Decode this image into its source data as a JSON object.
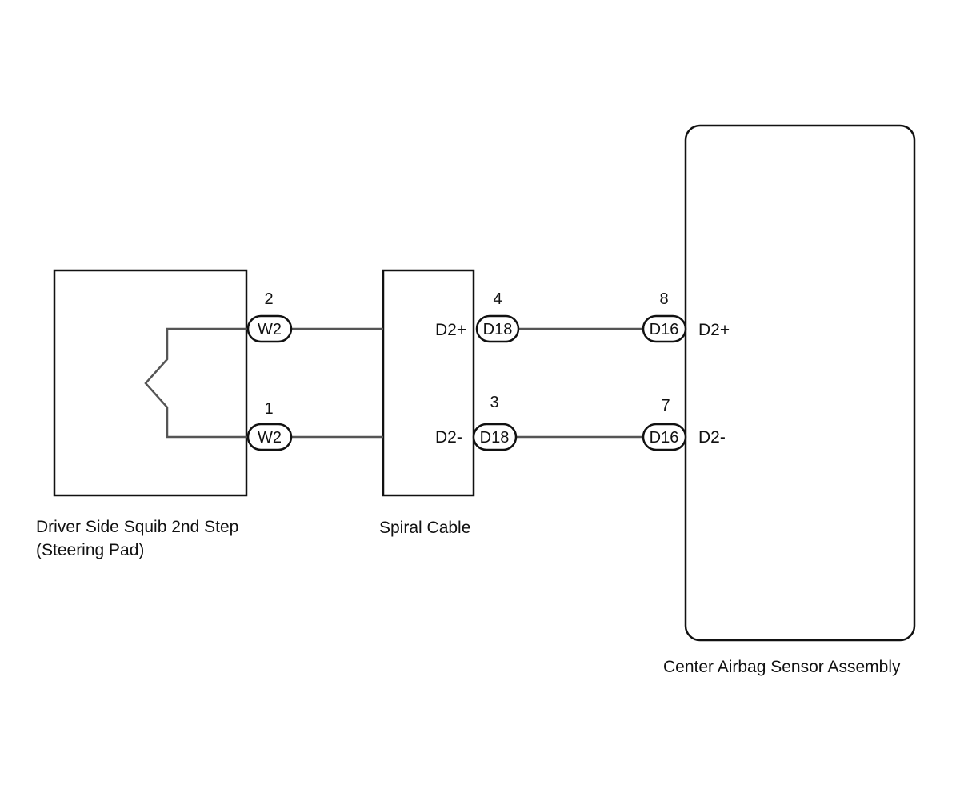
{
  "components": {
    "squib": {
      "name_line1": "Driver Side Squib 2nd Step",
      "name_line2": "(Steering Pad)"
    },
    "spiral": {
      "name": "Spiral Cable"
    },
    "sensor": {
      "name": "Center Airbag Sensor Assembly"
    }
  },
  "connectors": {
    "w2_top": {
      "label": "W2",
      "pin": "2"
    },
    "w2_bottom": {
      "label": "W2",
      "pin": "1"
    },
    "d18_top": {
      "label": "D18",
      "pin": "4"
    },
    "d18_bottom": {
      "label": "D18",
      "pin": "3"
    },
    "d16_top": {
      "label": "D16",
      "pin": "8"
    },
    "d16_bottom": {
      "label": "D16",
      "pin": "7"
    }
  },
  "terminals": {
    "spiral_top": "D2+",
    "spiral_bottom": "D2-",
    "sensor_top": "D2+",
    "sensor_bottom": "D2-"
  },
  "colors": {
    "line": "#111111",
    "wire": "#555555",
    "background": "#ffffff"
  }
}
